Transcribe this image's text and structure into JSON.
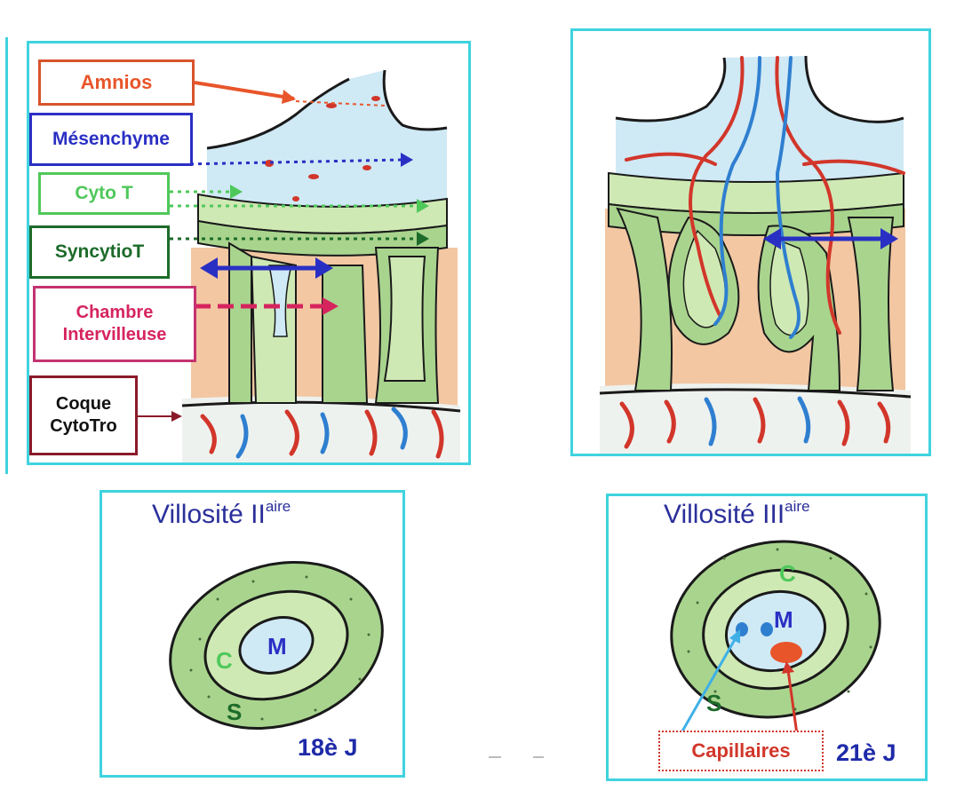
{
  "labels": {
    "amnios": "Amnios",
    "mesenchyme": "Mésenchyme",
    "cyto_t": "Cyto T",
    "syncytio_t": "SyncytioT",
    "chambre_line1": "Chambre",
    "chambre_line2": "Intervilleuse",
    "coque_line1": "Coque",
    "coque_line2": "CytoTro"
  },
  "secondary": {
    "title": "Villosité II",
    "title_sup": "aire",
    "letter_m": "M",
    "letter_c": "C",
    "letter_s": "S",
    "day": "18è J"
  },
  "tertiary": {
    "title": "Villosité III",
    "title_sup": "aire",
    "letter_m": "M",
    "letter_c": "C",
    "letter_s": "S",
    "capillaires": "Capillaires",
    "day": "21è J"
  },
  "colors": {
    "panel_border": "#3fd3df",
    "amnios": "#e8552a",
    "mesenchyme": "#2a2fc4",
    "cyto_t": "#4fc85a",
    "syncytio_t": "#1d6b2a",
    "chambre": "#d6245e",
    "coque": "#8a1a2a",
    "maternal_tissue": "#f2c7a2",
    "mesenchyme_fill": "#cfe9f5",
    "cyto_fill": "#cfe9b4",
    "syncytio_fill": "#a9d48e",
    "blood_red": "#d2362a",
    "blood_blue": "#2f7fd0"
  }
}
